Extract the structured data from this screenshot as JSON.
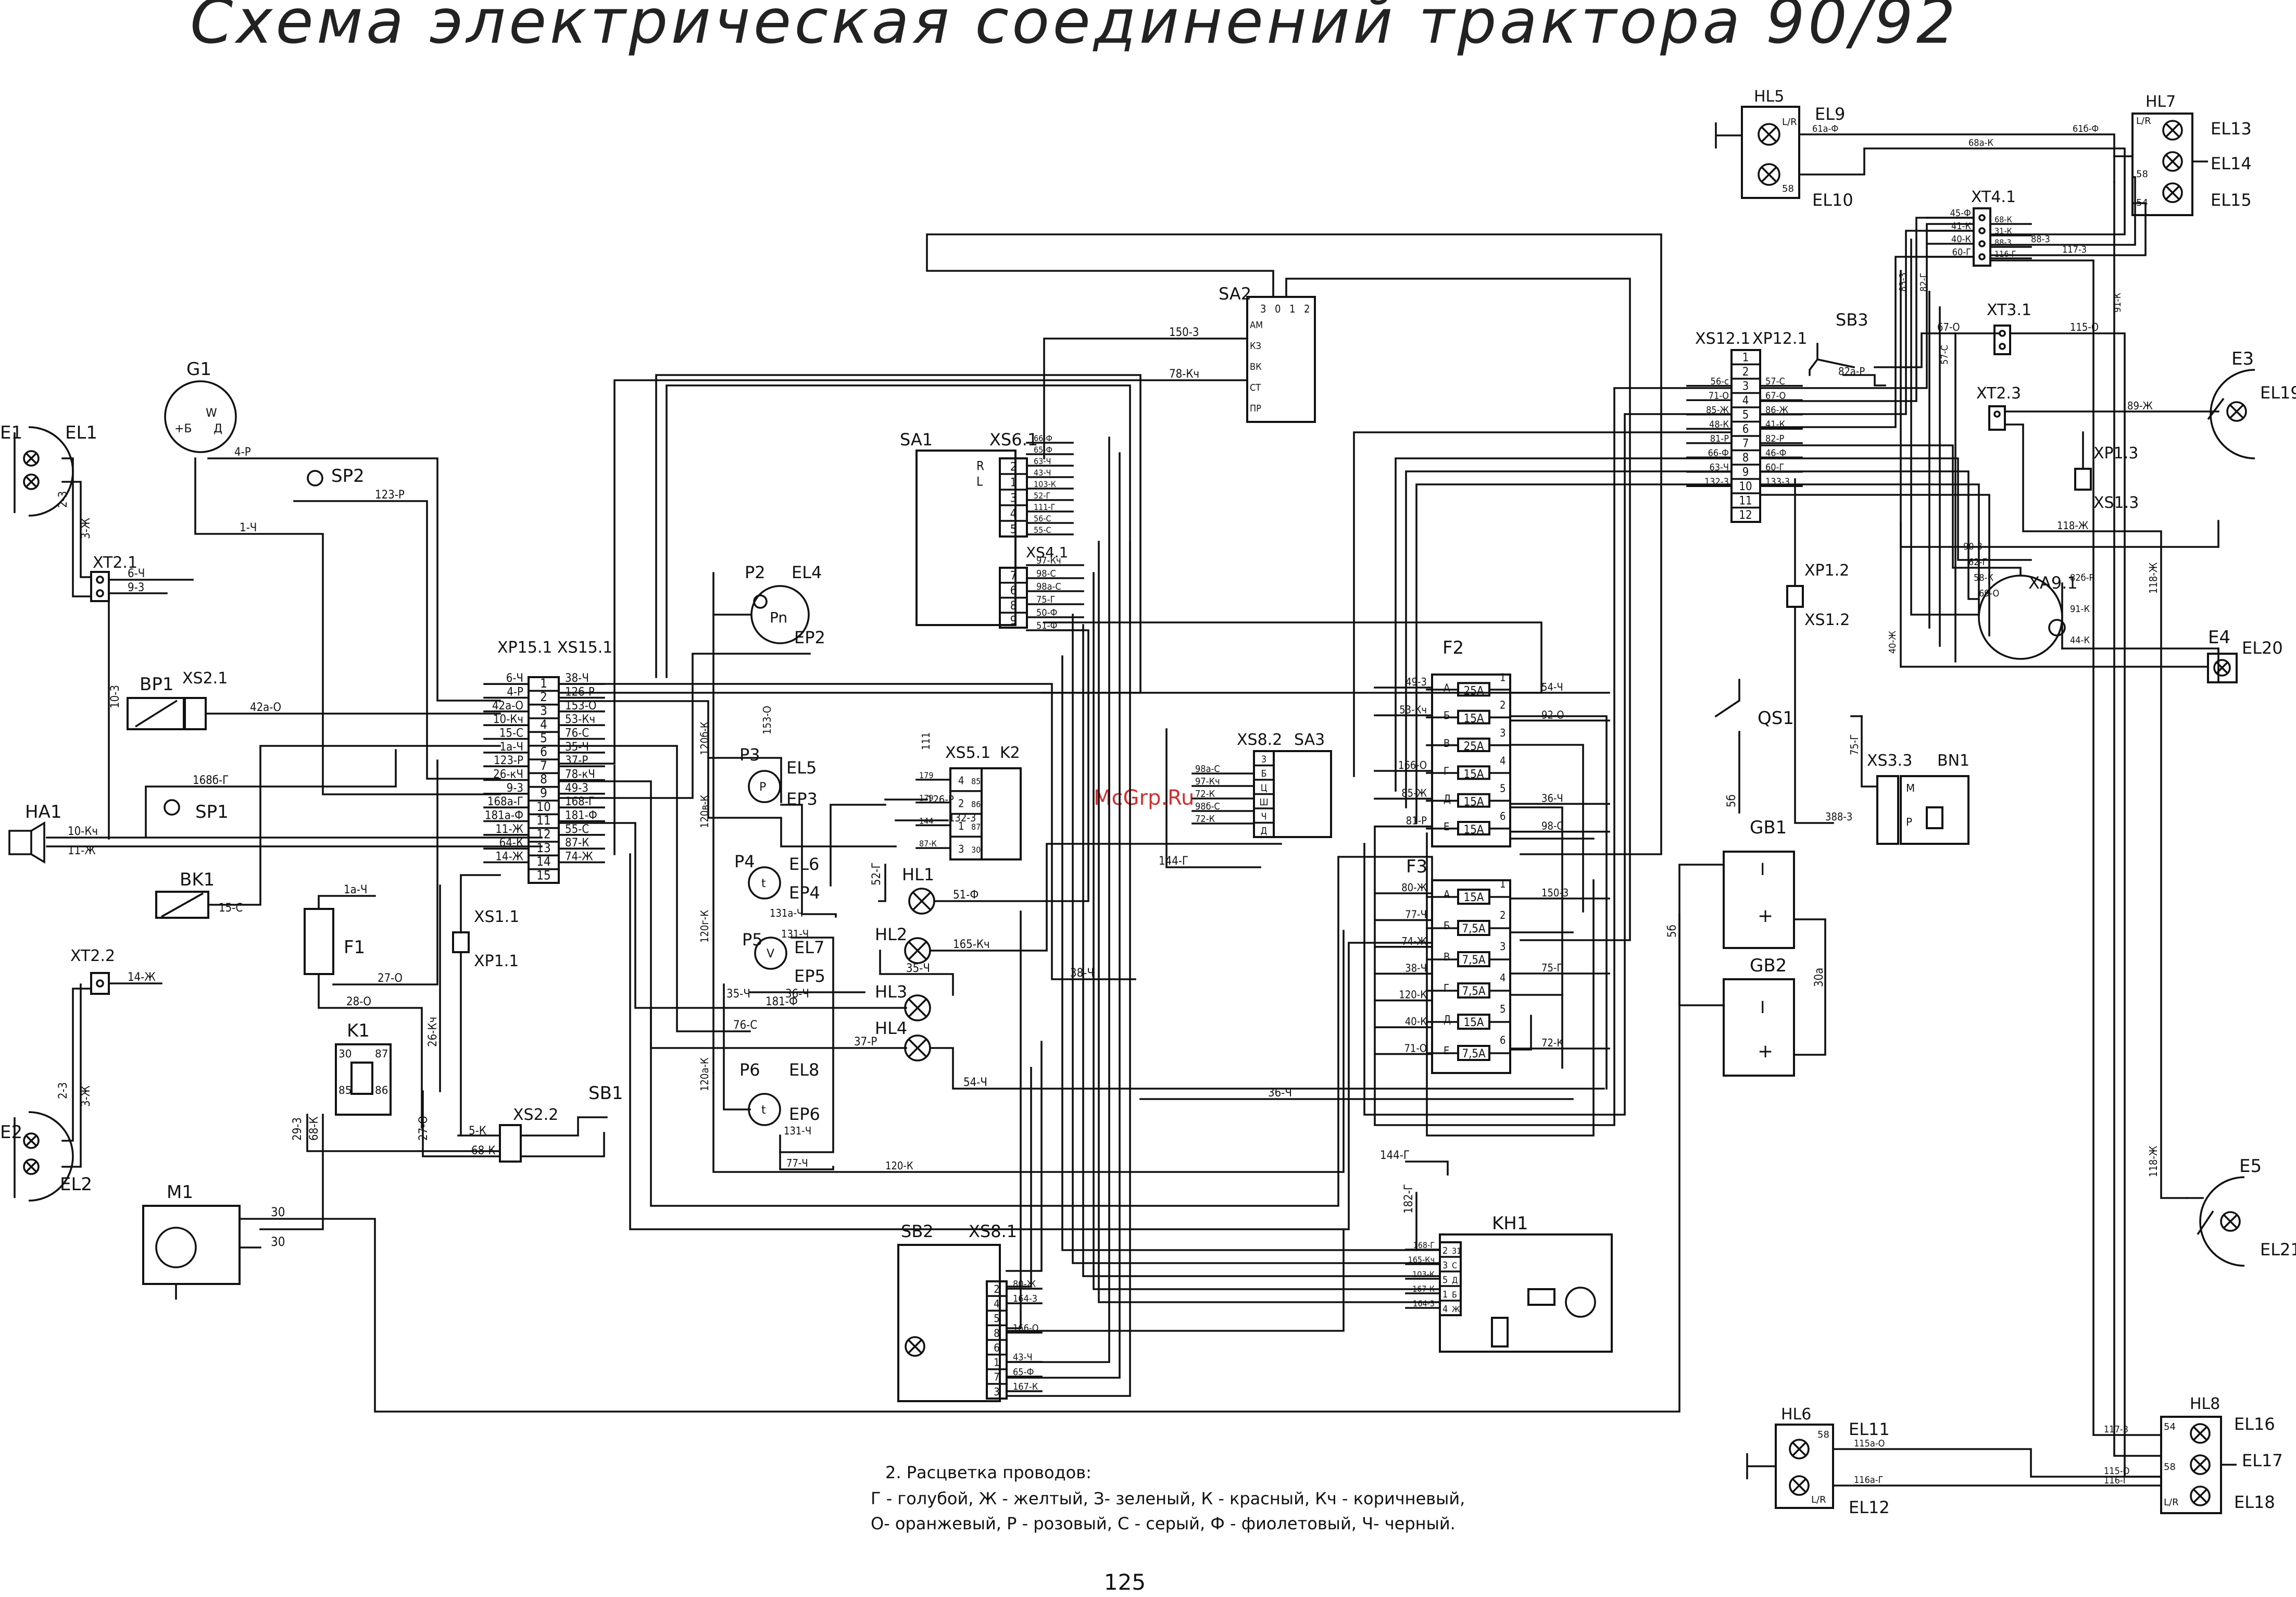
{
  "page": {
    "title": "Схема электрическая соединений трактора 90/92",
    "page_number": "125",
    "legend_title": "2. Расцветка проводов:",
    "legend_line1": "Г - голубой, Ж - желтый, З- зеленый,  К - красный, Кч - коричневый,",
    "legend_line2": "О- оранжевый, Р - розовый, С - серый, Ф - фиолетовый, Ч- черный.",
    "watermark": "McGrp.Ru"
  },
  "components": {
    "E1": "E1",
    "EL1": "EL1",
    "E2": "E2",
    "EL2": "EL2",
    "HA1": "HA1",
    "XT2_1": "XT2.1",
    "XT2_2": "XT2.2",
    "BP1": "BP1",
    "XS2_1": "XS2.1",
    "SP1": "SP1",
    "SP2": "SP2",
    "BK1": "BK1",
    "G1": "G1",
    "F1": "F1",
    "K1": "K1",
    "M1": "M1",
    "XS2_2": "XS2.2",
    "SB1": "SB1",
    "XS1_1": "XS1.1",
    "XP1_1": "XP1.1",
    "XP15_1": "XP15.1 XS15.1",
    "P2": "P2",
    "EL4": "EL4",
    "EP2": "EP2",
    "P3": "P3",
    "EL5": "EL5",
    "EP3": "EP3",
    "P4": "P4",
    "EL6": "EL6",
    "EP4": "EP4",
    "P5": "P5",
    "EL7": "EL7",
    "EP5": "EP5",
    "P6": "P6",
    "EL8": "EL8",
    "EP6": "EP6",
    "HL1": "HL1",
    "HL2": "HL2",
    "HL3": "HL3",
    "HL4": "HL4",
    "SA1": "SA1",
    "XS6_1": "XS6.1",
    "XS4_1": "XS4.1",
    "SA2": "SA2",
    "XS5_1": "XS5.1",
    "K2": "K2",
    "XS8_2": "XS8.2",
    "SA3": "SA3",
    "F2": "F2",
    "F3": "F3",
    "SB2": "SB2",
    "XS8_1": "XS8.1",
    "KH1": "KH1",
    "QS1": "QS1",
    "GB1": "GB1",
    "GB2": "GB2",
    "XS12_1": "XS12.1",
    "XP12_1": "XP12.1",
    "SB3": "SB3",
    "XT3_1": "XT3.1",
    "XT4_1": "XT4.1",
    "XT2_3": "XT2.3",
    "XP1_2": "XP1.2",
    "XS1_2": "XS1.2",
    "XP1_3": "XP1.3",
    "XS1_3": "XS1.3",
    "XA9_1": "XA9.1",
    "XS3_3": "XS3.3",
    "BN1": "BN1",
    "HL5": "HL5",
    "EL9": "EL9",
    "EL10": "EL10",
    "HL7": "HL7",
    "EL13": "EL13",
    "EL14": "EL14",
    "EL15": "EL15",
    "E3": "E3",
    "EL19": "EL19",
    "E4": "E4",
    "EL20": "EL20",
    "E5": "E5",
    "EL21": "EL21",
    "HL6": "HL6",
    "EL11": "EL11",
    "EL12": "EL12",
    "HL8": "HL8",
    "EL16": "EL16",
    "EL17": "EL17",
    "EL18": "EL18"
  },
  "connectors": {
    "xp15_pins": [
      "1",
      "2",
      "3",
      "4",
      "5",
      "6",
      "7",
      "8",
      "9",
      "10",
      "11",
      "12",
      "13",
      "14",
      "15"
    ],
    "xp15_left": [
      "6-Ч",
      "4-Р",
      "42а-О",
      "10-Кч",
      "15-С",
      "1а-Ч",
      "123-Р",
      "26-кЧ",
      "9-3",
      "168а-Г",
      "181а-Ф",
      "11-Ж",
      "64-К",
      "14-Ж",
      ""
    ],
    "xp15_right": [
      "38-Ч",
      "126-Р",
      "153-О",
      "53-Кч",
      "76-С",
      "35-Ч",
      "37-Р",
      "78-кЧ",
      "49-3",
      "168-Г",
      "181-Ф",
      "55-С",
      "87-К",
      "74-Ж",
      ""
    ],
    "xs12_pins": [
      "1",
      "2",
      "3",
      "4",
      "5",
      "6",
      "7",
      "8",
      "9",
      "10",
      "11",
      "12"
    ],
    "xs12_left": [
      "",
      "",
      "56-с",
      "71-О",
      "85-Ж",
      "48-К",
      "81-Р",
      "66-Ф",
      "63-Ч",
      "132-3",
      "",
      ""
    ],
    "xs12_right": [
      "",
      "",
      "57-С",
      "67-О",
      "86-Ж",
      "41-К",
      "82-Р",
      "46-Ф",
      "60-Г",
      "133-3",
      "",
      ""
    ],
    "xs6_pins": [
      "2",
      "1",
      "3",
      "4",
      "5"
    ],
    "xs6_left": [
      "R",
      "L",
      "",
      "",
      ""
    ],
    "xs6_right": [
      "66-Ф",
      "65-Ф",
      "63-Ч",
      "43-Ч",
      "103-К",
      "52-Г",
      "111-Г",
      "56-С",
      "55-С"
    ],
    "xs4_pins": [
      "7",
      "6",
      "8",
      "9"
    ],
    "xs4_right": [
      "97-Кч",
      "98-С",
      "98а-С",
      "75-Г",
      "50-Ф",
      "51-Ф"
    ],
    "f2_rows": [
      {
        "letter": "А",
        "fuse": "25А",
        "num": "1"
      },
      {
        "letter": "Б",
        "fuse": "15А",
        "num": "2"
      },
      {
        "letter": "В",
        "fuse": "25А",
        "num": "3"
      },
      {
        "letter": "Г",
        "fuse": "15А",
        "num": "4"
      },
      {
        "letter": "Д",
        "fuse": "15А",
        "num": "5"
      },
      {
        "letter": "Е",
        "fuse": "15А",
        "num": "6"
      }
    ],
    "f2_left": [
      "49-3",
      "53-Кч",
      "",
      "166-О",
      "85-Ж",
      "81-Р"
    ],
    "f2_right": [
      "54-Ч",
      "92-О",
      "",
      "",
      "36-Ч",
      "98-С"
    ],
    "f3_rows": [
      {
        "letter": "А",
        "fuse": "15А",
        "num": "1"
      },
      {
        "letter": "Б",
        "fuse": "7,5А",
        "num": "2"
      },
      {
        "letter": "В",
        "fuse": "7,5А",
        "num": "3"
      },
      {
        "letter": "Г",
        "fuse": "7,5А",
        "num": "4"
      },
      {
        "letter": "Д",
        "fuse": "15А",
        "num": "5"
      },
      {
        "letter": "Е",
        "fuse": "7,5А",
        "num": "6"
      }
    ],
    "f3_left": [
      "80-Ж",
      "77-Ч",
      "74-Ж",
      "38-Ч",
      "120-К",
      "40-К",
      "71-О"
    ],
    "f3_right": [
      "150-3",
      "",
      "75-Г",
      "",
      "72-К"
    ],
    "xs8_1_pins": [
      "2",
      "4",
      "5",
      "8",
      "6",
      "1",
      "7",
      "3"
    ],
    "xs8_1_right": [
      "80-Ж",
      "164-3",
      "",
      "166-О",
      "",
      "43-Ч",
      "65-Ф",
      "167-К"
    ],
    "kh1_pins": [
      "31",
      "С",
      "Д",
      "Б",
      "Ж"
    ],
    "kh1_num": [
      "2",
      "3",
      "5",
      "1",
      "4"
    ],
    "kh1_left": [
      "168-Г",
      "165-Кч",
      "103-К",
      "167-К",
      "164-3"
    ],
    "xs8_2_pins": [
      "3",
      "Б",
      "Ц",
      "Ш",
      "Ч",
      "Д"
    ],
    "xs8_2_left": [
      "98а-С",
      "97-Кч",
      "72-К",
      "98б-С",
      "72-К"
    ],
    "xs5_pins": [
      "4",
      "2",
      "1",
      "3"
    ],
    "xs5_codes": [
      "85",
      "86",
      "87",
      "30"
    ],
    "xs5_left": [
      "179",
      "179",
      "144",
      "87-К"
    ],
    "sa2_positions": [
      "3",
      "0",
      "1",
      "2"
    ],
    "sa2_labels": [
      "АМ",
      "КЗ",
      "ВК",
      "СТ",
      "ПР"
    ],
    "sa2_left": [
      "150-3",
      "78-Кч"
    ],
    "xt4_left": [
      "45-Ф",
      "41-К",
      "40-К",
      "60-Г"
    ],
    "xt4_right": [
      "68-К",
      "31-К",
      "88-3",
      "116-Г"
    ],
    "xt3_left": [
      "67-О"
    ],
    "xt3_right": [
      "115-О"
    ],
    "xa9_left": [
      "90-3",
      "62-Г",
      "58-К",
      "69-О"
    ],
    "xa9_right": [
      "82б-Р",
      "91-К",
      "44-К"
    ],
    "xs3_3_pins": [
      "М",
      "",
      "Р"
    ],
    "gb_labels": [
      "I",
      "+"
    ],
    "hl5_pins": [
      "L/R",
      "58"
    ],
    "hl7_pins": [
      "L/R",
      "58",
      "54"
    ],
    "hl6_pins": [
      "58",
      "L/R"
    ],
    "hl8_pins": [
      "54",
      "58",
      "L/R"
    ],
    "g1_pins": [
      "W",
      "+Б",
      "Д"
    ],
    "k1_pins": [
      "30",
      "87",
      "85",
      "86"
    ],
    "p2_symbol": "Pn",
    "p3_symbol": "P",
    "p4_symbol": "t",
    "p5_symbol": "V",
    "p6_symbol": "t"
  },
  "wires": {
    "top_left": [
      "4-Р",
      "1-Ч",
      "123-Р",
      "6-Ч",
      "9-3",
      "10-3",
      "42а-О",
      "168б-Г",
      "10-Кч",
      "11-Ж",
      "15-С",
      "1а-Ч",
      "27-О",
      "28-О",
      "26-Кч",
      "14-Ж",
      "29-3",
      "68-К",
      "5-К",
      "27-О",
      "68-К",
      "30",
      "30",
      "2-3",
      "3-Ж"
    ],
    "mid": [
      "52-Г",
      "51-Ф",
      "126-Р",
      "132-3",
      "165-Кч",
      "35-Ч",
      "36-Ч",
      "181-Ф",
      "37-Р",
      "54-Ч",
      "76-С",
      "38-Ч",
      "131-Ч",
      "131а-Ч",
      "153-О",
      "120б-К",
      "120в-К",
      "120г-К",
      "120а-К",
      "120-К",
      "77-Ч",
      "131-Ч",
      "144-Г",
      "144-Г",
      "182-Г",
      "36-Ч",
      "111"
    ],
    "right": [
      "61а-Ф",
      "61б-Ф",
      "68а-К",
      "88-3",
      "117-3",
      "82а-Р",
      "89-Ж",
      "118-Ж",
      "118-Ж",
      "91-К",
      "82-Г",
      "83-3",
      "57-С",
      "40-Ж",
      "75-Г",
      "388-3",
      "5б",
      "5б",
      "30а",
      "5б",
      "118-Ж",
      "117-3",
      "115а-О",
      "115-О",
      "116-Г",
      "116а-Г"
    ]
  }
}
